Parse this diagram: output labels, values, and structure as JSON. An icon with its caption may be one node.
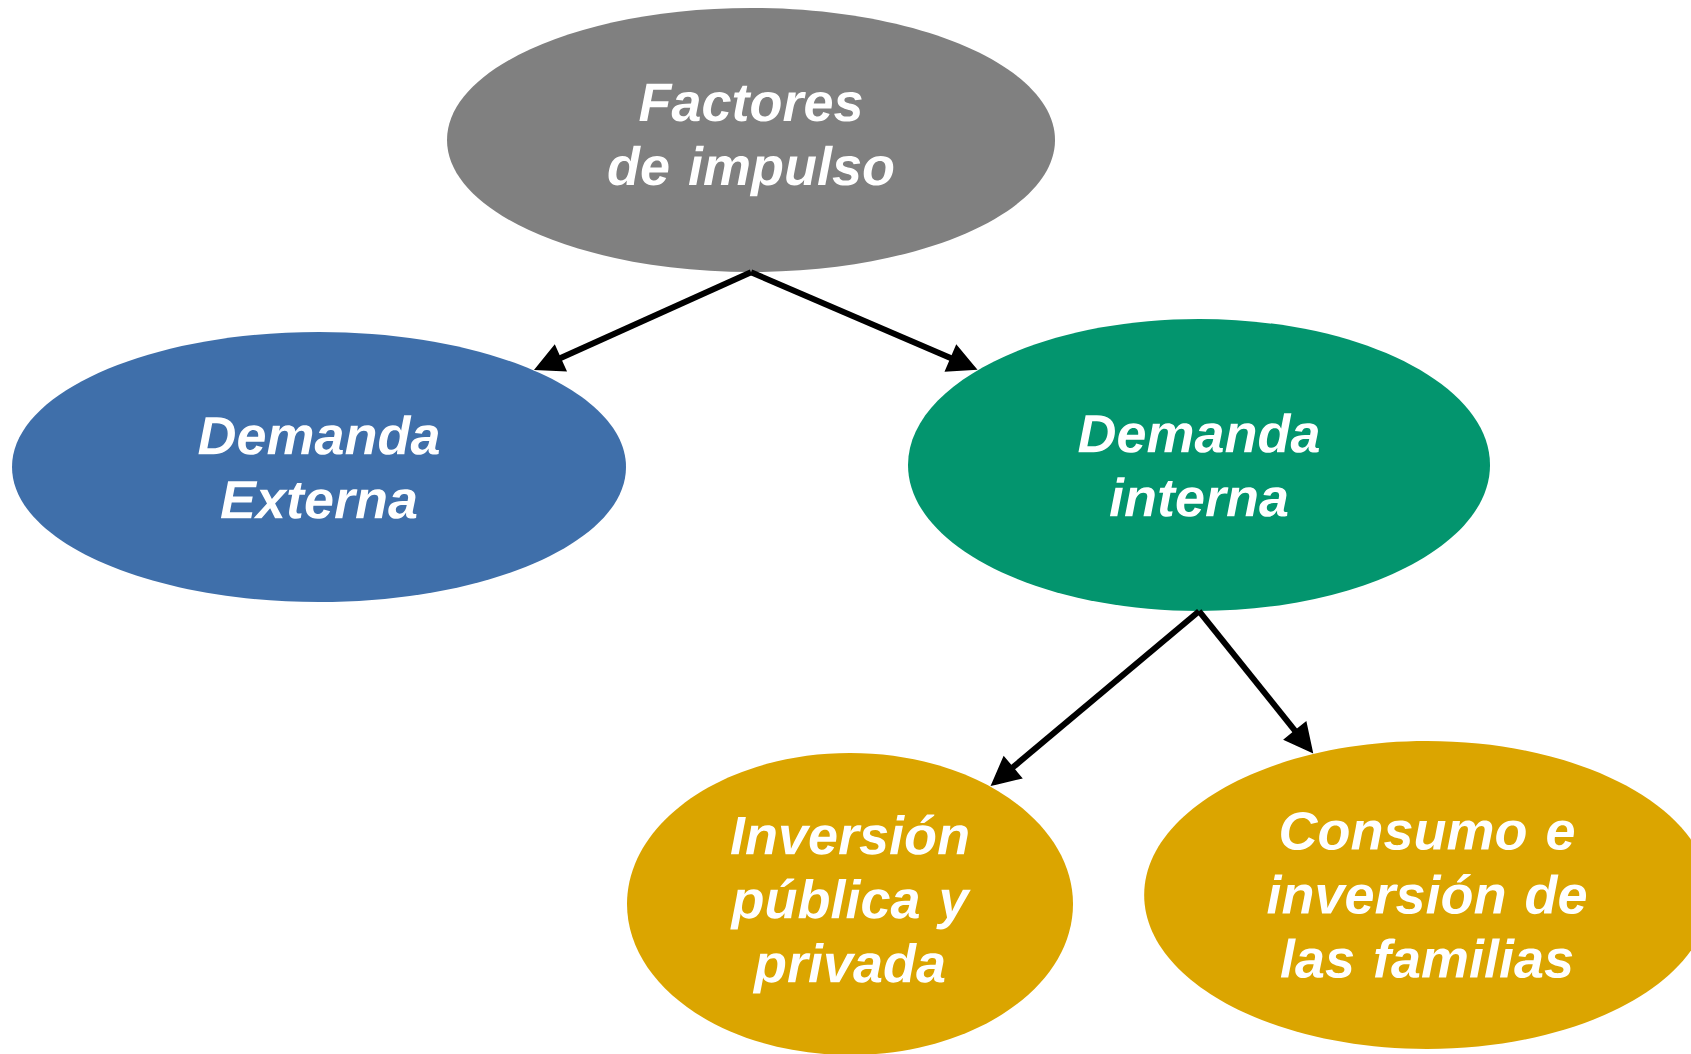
{
  "diagram": {
    "nodes": [
      {
        "text": [
          "Factores de impulso"
        ]
      },
      {
        "text": [
          "Demanda Externa"
        ]
      },
      {
        "text": [
          "Demanda interna"
        ]
      },
      {
        "text": [
          "Inversión pública y privada"
        ]
      },
      {
        "text": [
          "Consumo e inversión de las familias"
        ]
      }
    ],
    "edges": [
      {
        "from": 0,
        "to": 1,
        "arrow": "to"
      },
      {
        "from": 0,
        "to": 2,
        "arrow": "to"
      },
      {
        "from": 2,
        "to": 3,
        "arrow": "to"
      },
      {
        "from": 2,
        "to": 4,
        "arrow": "to"
      }
    ]
  }
}
